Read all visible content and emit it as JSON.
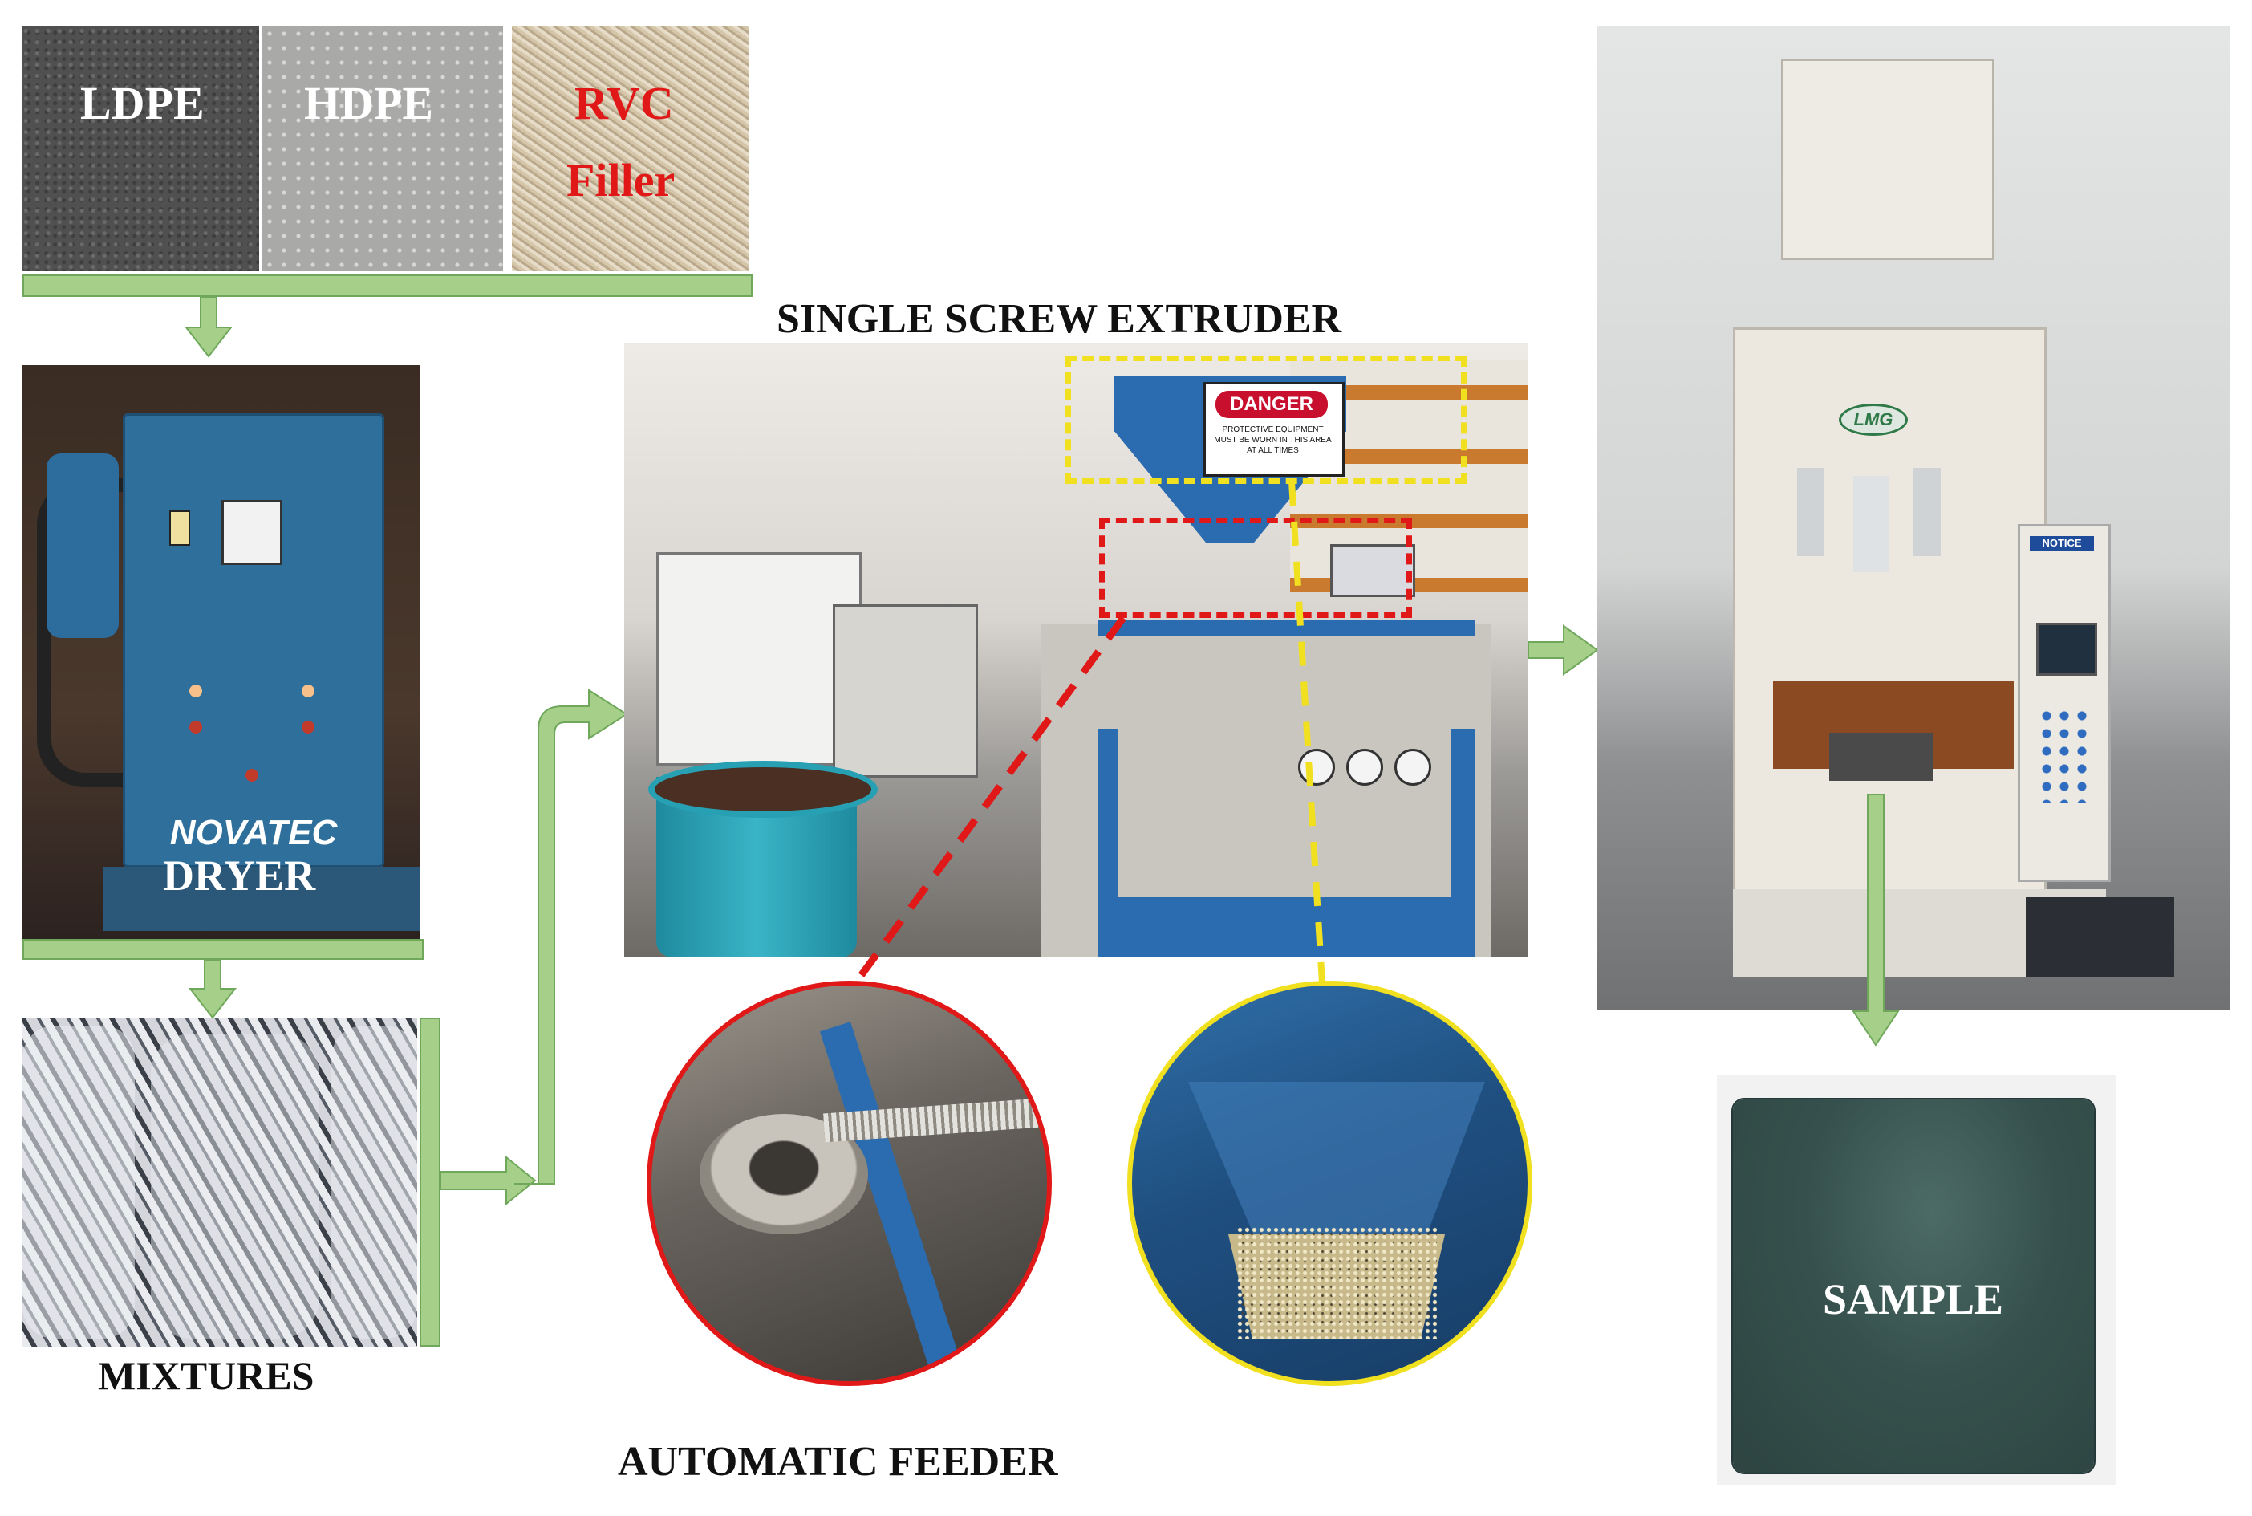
{
  "materials": {
    "ldpe": "LDPE",
    "hdpe": "HDPE",
    "rvc_line1": "RVC",
    "rvc_line2": "Filler"
  },
  "dryer": {
    "label": "DRYER",
    "brand": "NOVATEC"
  },
  "mixtures": {
    "label": "MIXTURES"
  },
  "extruder": {
    "title": "SINGLE SCREW EXTRUDER",
    "sign_title": "DANGER",
    "sign_text": "PROTECTIVE EQUIPMENT MUST BE WORN IN THIS AREA AT ALL TIMES"
  },
  "feeder": {
    "label": "AUTOMATIC FEEDER"
  },
  "press": {
    "brand": "LMG",
    "notice": "NOTICE"
  },
  "sample": {
    "label": "SAMPLE"
  },
  "colors": {
    "arrow_green": "#a6d08a",
    "arrow_outline": "#6fa85a",
    "rvc_text": "#e01818",
    "feeder_dash": "#e01818",
    "hopper_dash": "#f0e020",
    "machine_blue": "#2b6cb0",
    "sample_plate": "#36514d"
  }
}
